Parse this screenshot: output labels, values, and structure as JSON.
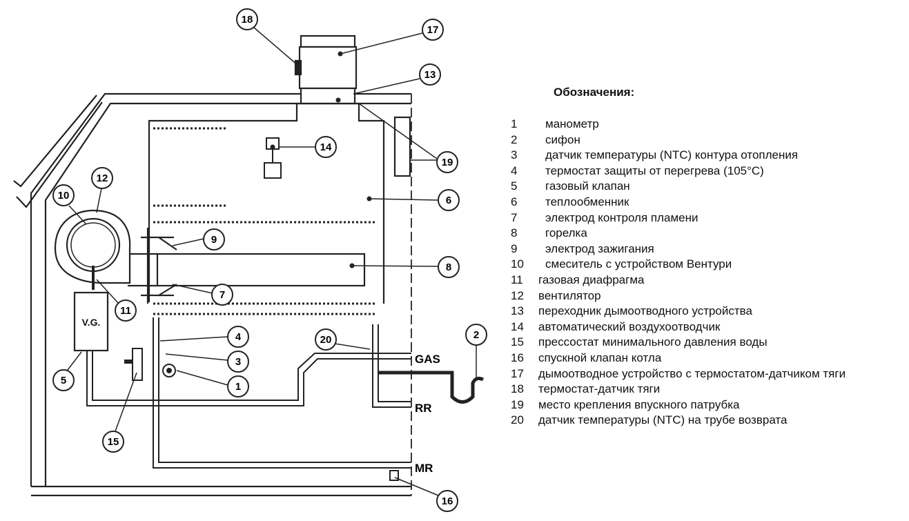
{
  "legend": {
    "title": "Обозначения:",
    "items": [
      {
        "num": "1",
        "text": "манометр"
      },
      {
        "num": "2",
        "text": "сифон"
      },
      {
        "num": "3",
        "text": "датчик температуры (NTC) контура отопления"
      },
      {
        "num": "4",
        "text": "термостат защиты от перегрева (105°C)"
      },
      {
        "num": "5",
        "text": "газовый клапан"
      },
      {
        "num": "6",
        "text": "теплообменник"
      },
      {
        "num": "7",
        "text": "электрод контроля пламени"
      },
      {
        "num": "8",
        "text": "горелка"
      },
      {
        "num": "9",
        "text": "электрод зажигания"
      },
      {
        "num": "10",
        "text": "смеситель с устройством Вентури"
      },
      {
        "num": "11",
        "text": "газовая диафрагма"
      },
      {
        "num": "12",
        "text": "вентилятор"
      },
      {
        "num": "13",
        "text": "переходник дымоотводного устройства"
      },
      {
        "num": "14",
        "text": "автоматический воздухоотводчик"
      },
      {
        "num": "15",
        "text": "прессостат минимального давления воды"
      },
      {
        "num": "16",
        "text": "спускной клапан котла"
      },
      {
        "num": "17",
        "text": "дымоотводное устройство с термостатом-датчиком тяги"
      },
      {
        "num": "18",
        "text": "термостат-датчик тяги"
      },
      {
        "num": "19",
        "text": "место крепления впускного патрубка"
      },
      {
        "num": "20",
        "text": "датчик температуры (NTC) на трубе возврата"
      }
    ]
  },
  "diagram": {
    "ports": {
      "gas": "GAS",
      "rr": "RR",
      "mr": "MR"
    },
    "gas_valve_label": "V.G.",
    "callouts": [
      "1",
      "2",
      "3",
      "4",
      "5",
      "6",
      "7",
      "8",
      "9",
      "10",
      "11",
      "12",
      "13",
      "14",
      "15",
      "16",
      "17",
      "18",
      "19",
      "20"
    ]
  }
}
